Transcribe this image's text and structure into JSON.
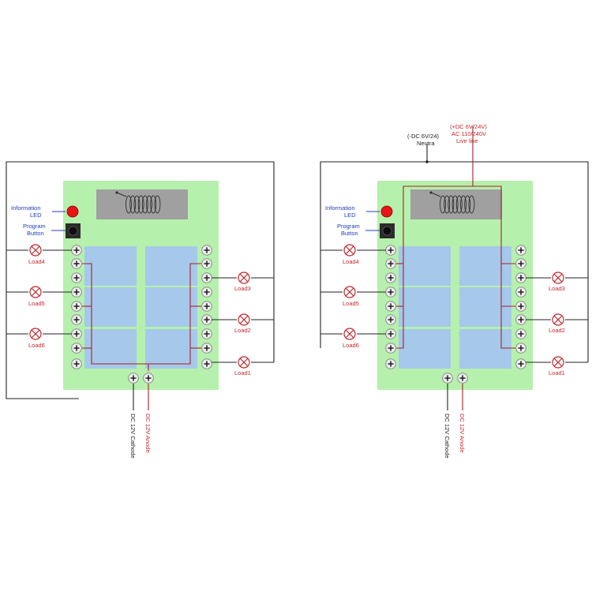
{
  "diagrams": [
    {
      "info_led": [
        "Information",
        "LED"
      ],
      "program_button": [
        "Program",
        "Button"
      ],
      "loads_left": [
        "Load4",
        "Load5",
        "Load6"
      ],
      "loads_right": [
        "Load3",
        "Load2",
        "Load1"
      ],
      "dc_cathode": "DC 12V Cathode",
      "dc_anode": "DC 12V Anode"
    },
    {
      "info_led": [
        "Information",
        "LED"
      ],
      "program_button": [
        "Program",
        "Button"
      ],
      "loads_left": [
        "Load4",
        "Load5",
        "Load6"
      ],
      "loads_right": [
        "Load3",
        "Load2",
        "Load1"
      ],
      "dc_cathode": "DC 12V Cathode",
      "dc_anode": "DC 12V Anode",
      "neutral_label": [
        "(-DC 6V/24)",
        "Neutra"
      ],
      "live_label": [
        "(+DC 6V/24V)",
        "AC 110/240V",
        "Live line"
      ]
    }
  ],
  "colors": {
    "board": "#b6f0ad",
    "relay": "#a6c8ea",
    "wire_red": "#a8202a",
    "wire_black": "#222222",
    "label_blue": "#1f3fbf",
    "label_red": "#c0282e",
    "led": "#e8141a"
  }
}
